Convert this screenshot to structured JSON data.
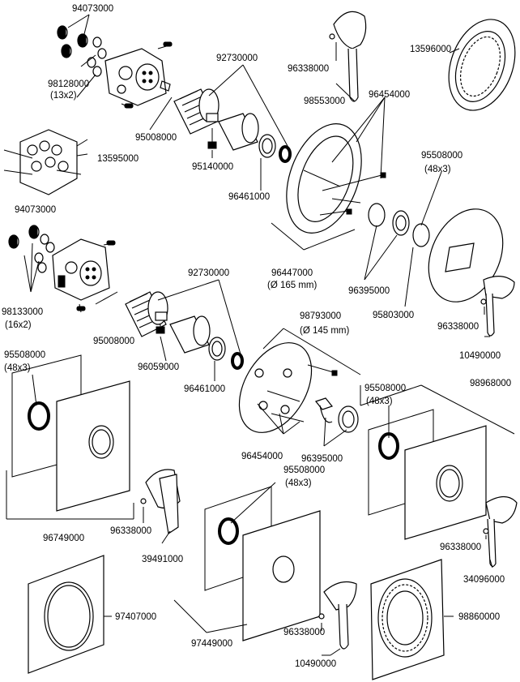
{
  "labels": {
    "l94073000a": "94073000",
    "l98128000": "98128000",
    "l98128000q": "(13x2)",
    "l95008000a": "95008000",
    "l92730000a": "92730000",
    "l95140000": "95140000",
    "l96338000a": "96338000",
    "l98553000": "98553000",
    "l13596000": "13596000",
    "l96454000a": "96454000",
    "l96461000a": "96461000",
    "l13595000": "13595000",
    "l95508000a": "95508000",
    "l95508000aq": "(48x3)",
    "l94073000b": "94073000",
    "l96447000": "96447000",
    "l96447000d": "(Ø 165 mm)",
    "l96395000a": "96395000",
    "l95803000": "95803000",
    "l98133000": "98133000",
    "l98133000q": "(16x2)",
    "l92730000b": "92730000",
    "l98793000": "98793000",
    "l98793000d": "(Ø 145 mm)",
    "l96338000b": "96338000",
    "l95008000b": "95008000",
    "l96059000": "96059000",
    "l10490000a": "10490000",
    "l96461000b": "96461000",
    "l95508000b": "95508000",
    "l95508000bq": "(48x3)",
    "l95508000c": "95508000",
    "l95508000cq": "(48x3)",
    "l98968000": "98968000",
    "l96454000b": "96454000",
    "l96395000b": "96395000",
    "l95508000d": "95508000",
    "l95508000dq": "(48x3)",
    "l96749000": "96749000",
    "l96338000c": "96338000",
    "l39491000": "39491000",
    "l96338000d": "96338000",
    "l34096000": "34096000",
    "l97407000": "97407000",
    "l97449000": "97449000",
    "l96338000e": "96338000",
    "l98860000": "98860000",
    "l10490000b": "10490000"
  }
}
